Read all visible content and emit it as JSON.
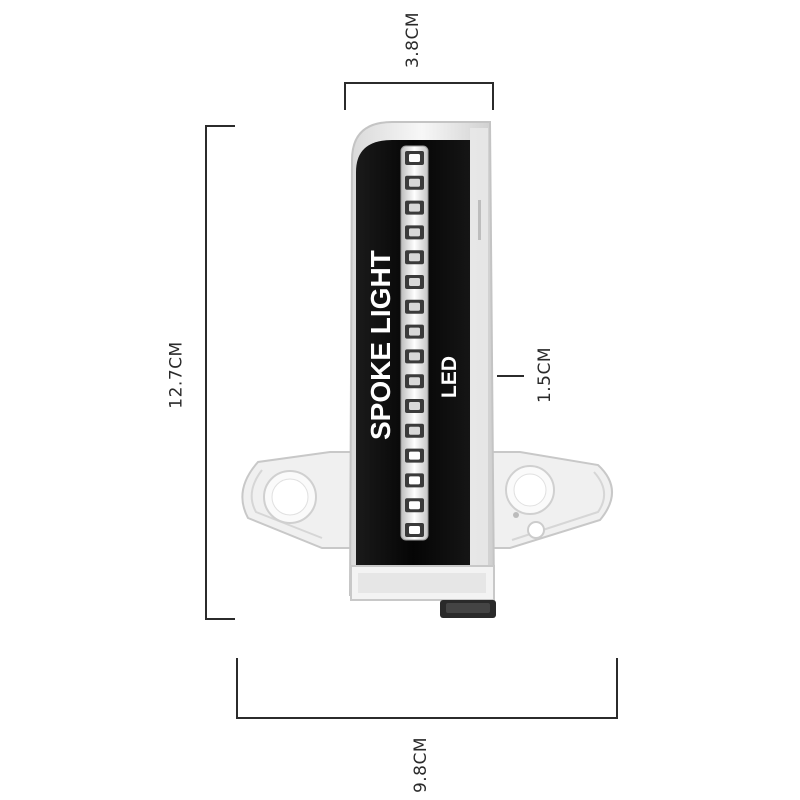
{
  "dimensions": {
    "width_top": "3.8CM",
    "height_left": "12.7CM",
    "depth_right": "1.5CM",
    "width_bottom": "9.8CM"
  },
  "product": {
    "title": "SPOKE LIGHT",
    "subtitle": "LED",
    "led_count": 16
  },
  "colors": {
    "housing_black": "#0c0c0c",
    "clear_plastic": "#e6e6e6",
    "dimension_line": "#2b2b2b"
  }
}
